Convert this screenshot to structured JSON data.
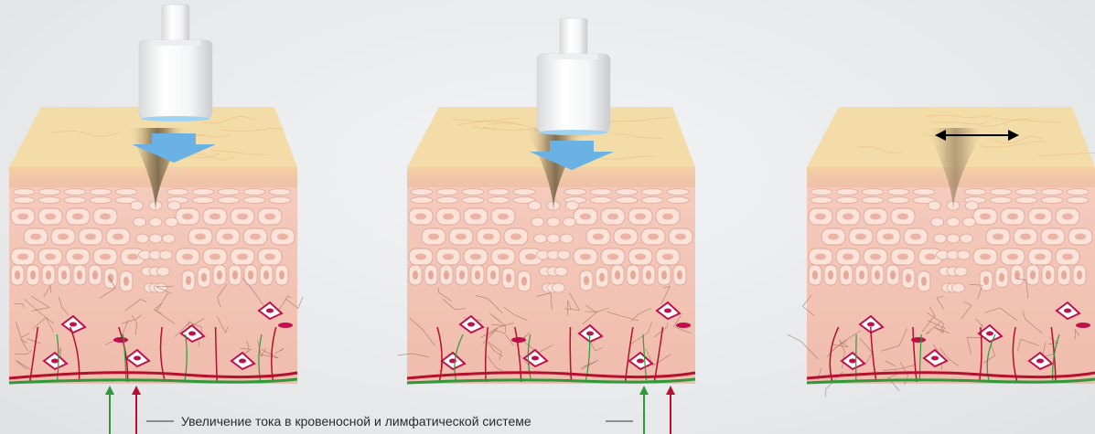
{
  "caption": "Увеличение тока в кровеносной и лимфатической системе",
  "panels": [
    {
      "state": "press",
      "probe": true,
      "arrow": "down"
    },
    {
      "state": "release",
      "probe": true,
      "arrow": "down"
    },
    {
      "state": "relaxed",
      "probe": false,
      "arrow": "horizontal"
    }
  ],
  "colors": {
    "skin_top": "#f4dca9",
    "skin_side": "#f1cfa0",
    "dermis": "#f2c6b6",
    "cell_fill": "#fbe3da",
    "cell_stroke": "#e0a597",
    "blood": "#b5102f",
    "lymph": "#2e9a3a",
    "arrow_blue": "#6ab1e4",
    "nucleus": "#c0104a"
  },
  "icons": [
    "probe-icon",
    "pressure-arrow-icon",
    "double-arrow-icon",
    "flow-up-arrow-icon"
  ]
}
